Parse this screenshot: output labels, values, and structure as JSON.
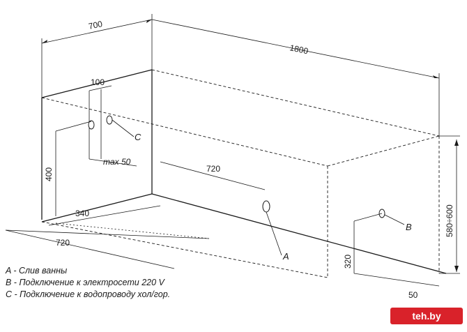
{
  "dimensions": {
    "width_top": "700",
    "length_top": "1800",
    "pipe_spacing": "100",
    "height_left": "400",
    "max_label": "max 50",
    "drain_offset": "720",
    "floor_depth": "340",
    "floor_length": "720",
    "height_range": "580÷600",
    "outlet_height": "320",
    "bottom_small": "50"
  },
  "markers": {
    "a": "A",
    "b": "B",
    "c": "C"
  },
  "legend": [
    "A - Слив ванны",
    "B - Подключение к электросети 220 V",
    "C - Подключение к водопроводу хол/гор."
  ],
  "watermark": "teh.by"
}
